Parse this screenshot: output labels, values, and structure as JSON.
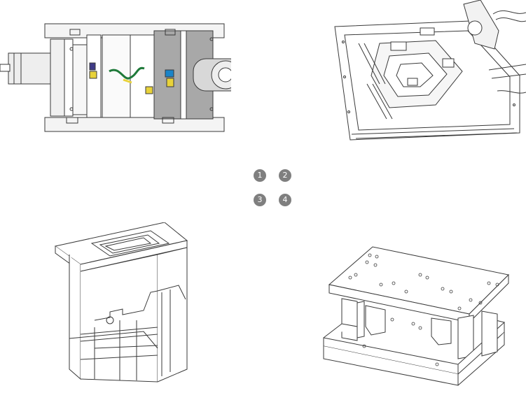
{
  "badges": [
    "1",
    "2",
    "3",
    "4"
  ],
  "colors": {
    "line": "#3a3a3a",
    "plate_gray": "#a8a8a8",
    "motor_gray": "#d8d8d8",
    "part_purple": "#3f3a86",
    "part_yellow": "#e8d23a",
    "part_green": "#1f7a3a",
    "part_blue": "#1a84c8",
    "badge_fill": "#7f7f7f"
  },
  "figures": [
    {
      "label": "injection-mold-section-view",
      "style": "color-section"
    },
    {
      "label": "mold-exploded-isometric",
      "style": "line-drawing"
    },
    {
      "label": "mold-core-wireframe-isometric",
      "style": "line-drawing"
    },
    {
      "label": "mold-base-assembly-isometric",
      "style": "line-drawing"
    }
  ]
}
